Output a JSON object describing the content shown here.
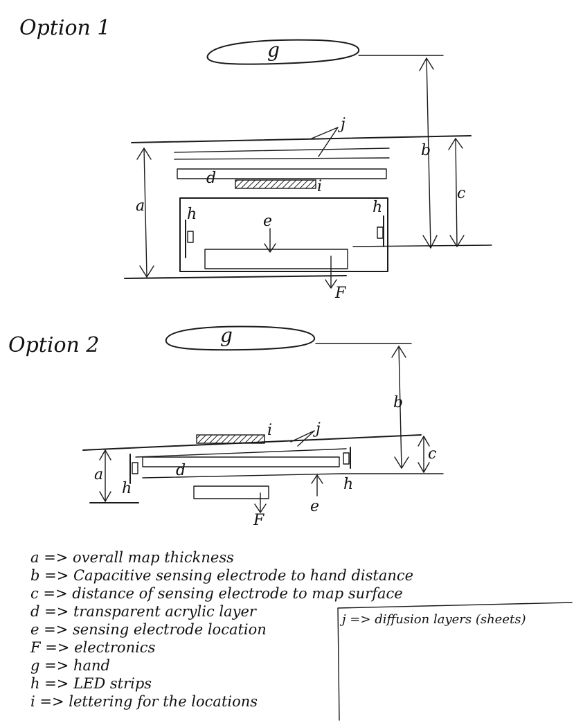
{
  "option1": {
    "title": "Option 1",
    "labels": {
      "g": "g",
      "j": "j",
      "b": "b",
      "c": "c",
      "a": "a",
      "d": "d",
      "i": "i",
      "h_left": "h",
      "h_right": "h",
      "e": "e",
      "f": "F"
    }
  },
  "option2": {
    "title": "Option 2",
    "labels": {
      "g": "g",
      "b": "b",
      "i": "i",
      "j": "j",
      "c": "c",
      "a": "a",
      "d": "d",
      "h_left": "h",
      "h_right": "h",
      "e": "e",
      "f": "F"
    }
  },
  "legend": [
    "a => overall map thickness",
    "b => Capacitive sensing electrode to hand distance",
    "c => distance of sensing electrode to map surface",
    "d => transparent acrylic layer",
    "e => sensing electrode location",
    "F => electronics",
    "g => hand",
    "h => LED strips",
    "i => lettering for the locations"
  ],
  "legend_box": "j => diffusion layers (sheets)"
}
